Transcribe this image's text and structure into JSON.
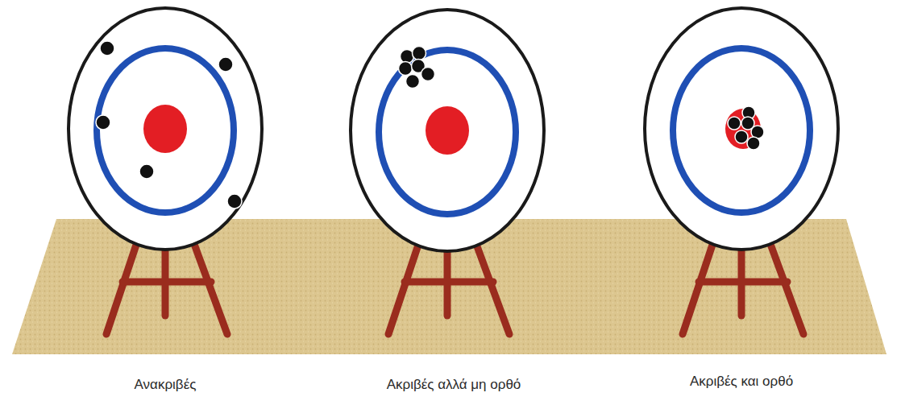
{
  "diagram": {
    "labels": [
      "Ανακριβές",
      "Ακριβές αλλά μη ορθό",
      "Ακριβές και ορθό"
    ]
  }
}
